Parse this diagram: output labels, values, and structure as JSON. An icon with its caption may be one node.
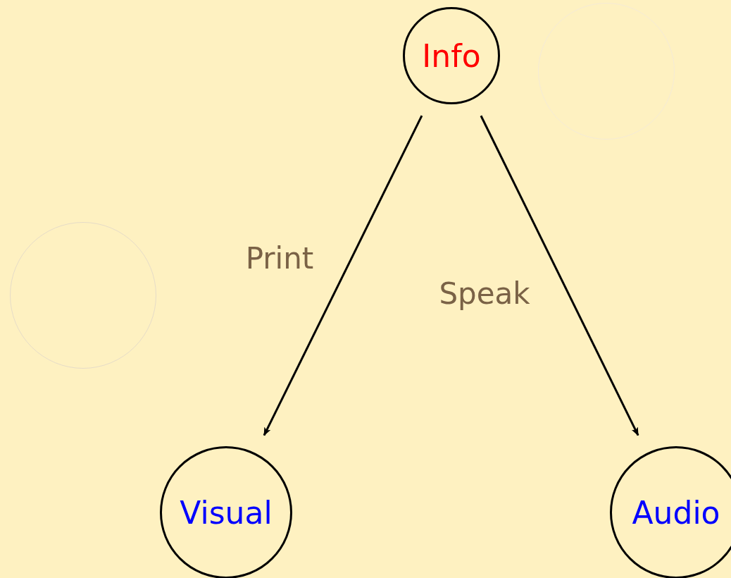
{
  "diagram": {
    "nodes": [
      {
        "text": [
          "Info"
        ]
      },
      {
        "text": [],
        "shape": "circle"
      },
      {
        "text": [],
        "shape": "circle"
      },
      {
        "text": [
          "Visual"
        ]
      },
      {
        "text": [
          "Audio"
        ]
      }
    ],
    "edges": [
      {
        "from": 0,
        "to": 3,
        "arrow": "to",
        "label": "Print"
      },
      {
        "from": 0,
        "to": 4,
        "arrow": "to",
        "label": "Speak"
      }
    ]
  }
}
